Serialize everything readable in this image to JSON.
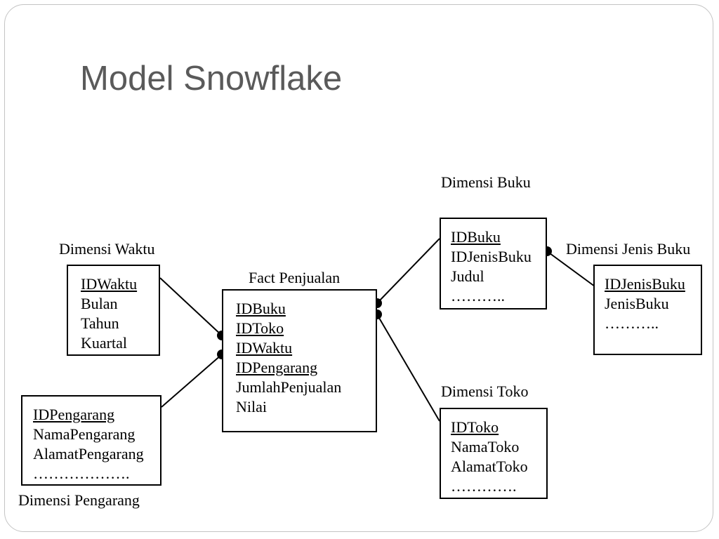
{
  "title": "Model Snowflake",
  "diagram": {
    "type": "snowflake-schema",
    "entities": {
      "waktu": {
        "caption": "Dimensi Waktu",
        "fields": [
          {
            "name": "IDWaktu",
            "key": true
          },
          {
            "name": "Bulan",
            "key": false
          },
          {
            "name": "Tahun",
            "key": false
          },
          {
            "name": "Kuartal",
            "key": false
          }
        ]
      },
      "pengarang": {
        "caption": "Dimensi Pengarang",
        "fields": [
          {
            "name": "IDPengarang",
            "key": true
          },
          {
            "name": "NamaPengarang",
            "key": false
          },
          {
            "name": "AlamatPengarang",
            "key": false
          },
          {
            "name": "……………….",
            "key": false
          }
        ]
      },
      "fact": {
        "caption": "Fact Penjualan",
        "fields": [
          {
            "name": "IDBuku",
            "key": true
          },
          {
            "name": "IDToko",
            "key": true
          },
          {
            "name": "IDWaktu",
            "key": true
          },
          {
            "name": "IDPengarang",
            "key": true
          },
          {
            "name": "JumlahPenjualan",
            "key": false
          },
          {
            "name": "Nilai",
            "key": false
          }
        ]
      },
      "buku": {
        "caption": "Dimensi Buku",
        "fields": [
          {
            "name": "IDBuku",
            "key": true
          },
          {
            "name": "IDJenisBuku",
            "key": false
          },
          {
            "name": "Judul",
            "key": false
          },
          {
            "name": "………..",
            "key": false
          }
        ]
      },
      "jenis": {
        "caption": "Dimensi Jenis Buku",
        "fields": [
          {
            "name": "IDJenisBuku",
            "key": true
          },
          {
            "name": "JenisBuku",
            "key": false
          },
          {
            "name": "………..",
            "key": false
          }
        ]
      },
      "toko": {
        "caption": "Dimensi Toko",
        "fields": [
          {
            "name": "IDToko",
            "key": true
          },
          {
            "name": "NamaToko",
            "key": false
          },
          {
            "name": "AlamatToko",
            "key": false
          },
          {
            "name": "………….",
            "key": false
          }
        ]
      }
    },
    "relationships": [
      {
        "from": "waktu",
        "to": "fact"
      },
      {
        "from": "pengarang",
        "to": "fact"
      },
      {
        "from": "fact",
        "to": "buku"
      },
      {
        "from": "fact",
        "to": "toko"
      },
      {
        "from": "buku",
        "to": "jenis"
      }
    ]
  }
}
